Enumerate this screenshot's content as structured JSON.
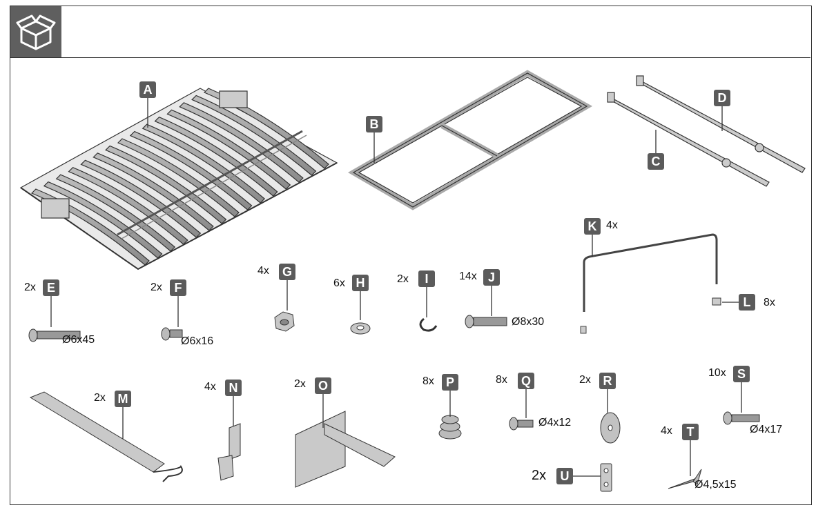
{
  "header": {
    "icon": "package-box-icon"
  },
  "parts": [
    {
      "id": "A",
      "label": "A",
      "qty": "",
      "size": ""
    },
    {
      "id": "B",
      "label": "B",
      "qty": "",
      "size": ""
    },
    {
      "id": "C",
      "label": "C",
      "qty": "",
      "size": ""
    },
    {
      "id": "D",
      "label": "D",
      "qty": "",
      "size": ""
    },
    {
      "id": "E",
      "label": "E",
      "qty": "2x",
      "size": "Ø6x45"
    },
    {
      "id": "F",
      "label": "F",
      "qty": "2x",
      "size": "Ø6x16"
    },
    {
      "id": "G",
      "label": "G",
      "qty": "4x",
      "size": ""
    },
    {
      "id": "H",
      "label": "H",
      "qty": "6x",
      "size": ""
    },
    {
      "id": "I",
      "label": "I",
      "qty": "2x",
      "size": ""
    },
    {
      "id": "J",
      "label": "J",
      "qty": "14x",
      "size": "Ø8x30"
    },
    {
      "id": "K",
      "label": "K",
      "qty": "4x",
      "size": ""
    },
    {
      "id": "L",
      "label": "L",
      "qty": "8x",
      "size": ""
    },
    {
      "id": "M",
      "label": "M",
      "qty": "2x",
      "size": ""
    },
    {
      "id": "N",
      "label": "N",
      "qty": "4x",
      "size": ""
    },
    {
      "id": "O",
      "label": "O",
      "qty": "2x",
      "size": ""
    },
    {
      "id": "P",
      "label": "P",
      "qty": "8x",
      "size": ""
    },
    {
      "id": "Q",
      "label": "Q",
      "qty": "8x",
      "size": "Ø4x12"
    },
    {
      "id": "R",
      "label": "R",
      "qty": "2x",
      "size": ""
    },
    {
      "id": "S",
      "label": "S",
      "qty": "10x",
      "size": "Ø4x17"
    },
    {
      "id": "T",
      "label": "T",
      "qty": "4x",
      "size": "Ø4,5x15"
    },
    {
      "id": "U",
      "label": "U",
      "qty": "2x",
      "size": ""
    }
  ]
}
